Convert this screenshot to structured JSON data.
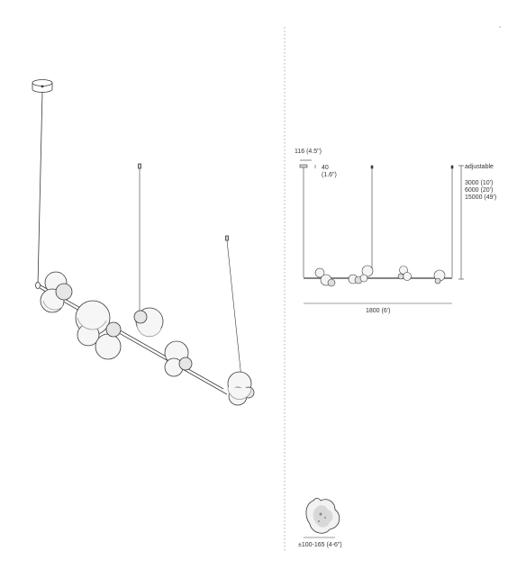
{
  "dimensions": {
    "canopy_width": "116 (4.5\")",
    "canopy_height_mm": "40",
    "canopy_height_in": "(1.6\")",
    "adjustable_label": "adjustable",
    "cable_lengths": [
      "3000 (10')",
      "6000 (20')",
      "15000 (49')"
    ],
    "overall_length": "1800 (6')",
    "glass_size": "±100-165 (4-6\")"
  },
  "colors": {
    "line": "#3a3a3a",
    "glass": "#f4f4f4",
    "glass_shade": "#cfcfcf",
    "divider": "#9a9a9a"
  }
}
